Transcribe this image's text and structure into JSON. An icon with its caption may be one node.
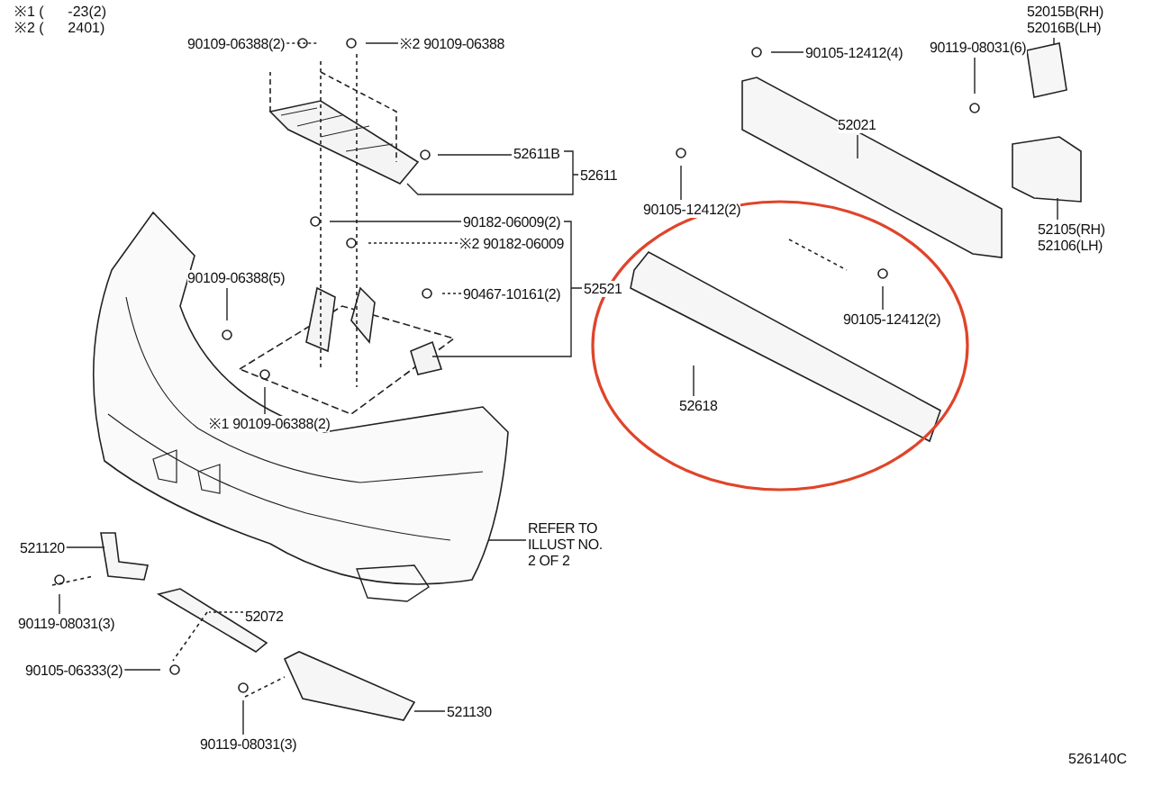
{
  "diagram": {
    "nodes": [
      {
        "text": [
          "90109-06388(2)"
        ]
      },
      {
        "text": [
          "※2 90109-06388"
        ]
      },
      {
        "text": [
          "52611B"
        ]
      },
      {
        "text": [
          "52611"
        ]
      },
      {
        "text": [
          "90182-06009(2)"
        ]
      },
      {
        "text": [
          "※2 90182-06009"
        ]
      },
      {
        "text": [
          "90109-06388(5)"
        ]
      },
      {
        "text": [
          "90467-10161(2)"
        ]
      },
      {
        "text": [
          "52521"
        ]
      },
      {
        "text": [
          "※1 90109-06388(2)"
        ]
      },
      {
        "text": [
          "90105-12412(4)"
        ]
      },
      {
        "text": [
          "90119-08031(6)"
        ]
      },
      {
        "text": [
          "52015B(RH) 52016B(LH)"
        ]
      },
      {
        "text": [
          "52021"
        ]
      },
      {
        "text": [
          "90105-12412(2)"
        ]
      },
      {
        "text": [
          "52105(RH) 52106(LH)"
        ]
      },
      {
        "text": [
          "90105-12412(2)"
        ]
      },
      {
        "text": [
          "52618"
        ]
      },
      {
        "text": [
          "521120"
        ]
      },
      {
        "text": [
          "90119-08031(3)"
        ]
      },
      {
        "text": [
          "52072"
        ]
      },
      {
        "text": [
          "90105-06333(2)"
        ]
      },
      {
        "text": [
          "90119-08031(3)"
        ]
      },
      {
        "text": [
          "521130"
        ]
      },
      {
        "text": [
          "REFER TO ILLUST NO. 2 OF 2"
        ]
      }
    ],
    "edges": [
      {
        "from": 0,
        "to": null,
        "arrow": "none",
        "style": "dashed"
      },
      {
        "from": 1,
        "to": null,
        "arrow": "none"
      },
      {
        "from": 2,
        "to": null,
        "arrow": "none"
      },
      {
        "from": 3,
        "to": null,
        "arrow": "none"
      },
      {
        "from": 4,
        "to": null,
        "arrow": "none"
      },
      {
        "from": 5,
        "to": null,
        "arrow": "none",
        "style": "dashed"
      },
      {
        "from": 6,
        "to": null,
        "arrow": "none"
      },
      {
        "from": 7,
        "to": null,
        "arrow": "none",
        "style": "dashed"
      },
      {
        "from": 8,
        "to": null,
        "arrow": "none"
      },
      {
        "from": 9,
        "to": null,
        "arrow": "none"
      },
      {
        "from": 10,
        "to": null,
        "arrow": "none"
      },
      {
        "from": 11,
        "to": null,
        "arrow": "none"
      },
      {
        "from": 12,
        "to": null,
        "arrow": "none"
      },
      {
        "from": 13,
        "to": null,
        "arrow": "none"
      },
      {
        "from": 14,
        "to": null,
        "arrow": "none"
      },
      {
        "from": 15,
        "to": null,
        "arrow": "none"
      },
      {
        "from": 16,
        "to": null,
        "arrow": "none"
      },
      {
        "from": 17,
        "to": null,
        "arrow": "none"
      },
      {
        "from": 18,
        "to": null,
        "arrow": "none"
      },
      {
        "from": 19,
        "to": null,
        "arrow": "none"
      },
      {
        "from": 20,
        "to": null,
        "arrow": "none",
        "style": "dashed"
      },
      {
        "from": 21,
        "to": null,
        "arrow": "none"
      },
      {
        "from": 22,
        "to": null,
        "arrow": "none"
      },
      {
        "from": 23,
        "to": null,
        "arrow": "none"
      },
      {
        "from": 24,
        "to": null,
        "arrow": "none"
      }
    ],
    "labels": [
      "※1 (      -23(2)",
      "※2 (      2401)",
      "526140C"
    ]
  }
}
